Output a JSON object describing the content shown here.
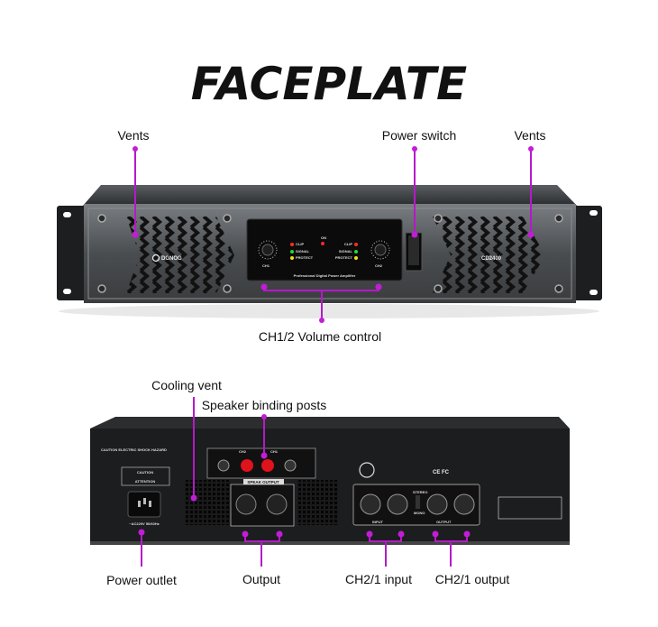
{
  "title": "FACEPLATE",
  "front": {
    "labels": {
      "vents_left": "Vents",
      "power_switch": "Power switch",
      "vents_right": "Vents",
      "volume": "CH1/2 Volume control"
    },
    "brand": "DGNOG",
    "model": "CD2400",
    "panel_text": "Professional Digital Power Amplifier",
    "ch1": "CH1",
    "ch2": "CH2",
    "led_clip": "CLIP",
    "led_signal": "SIGNAL",
    "led_protect": "PROTECT",
    "led_on": "ON"
  },
  "rear": {
    "labels": {
      "cooling_vent": "Cooling vent",
      "speaker_posts": "Speaker binding posts",
      "power_outlet": "Power outlet",
      "output": "Output",
      "input": "CH2/1 input",
      "line_output": "CH2/1 output"
    },
    "caution_text": "CAUTION ELECTRIC SHOCK HAZARD",
    "caution": "CAUTION",
    "attention": "ATTENTION",
    "power_rating": "~AC220V 50/60Hz",
    "speak_output": "SPEAK OUTPUT",
    "input": "INPUT",
    "output": "OUTPUT",
    "stereo": "STEREO",
    "mono": "MONO",
    "ch1": "CH1",
    "ch2": "CH2",
    "certs": "CE FC"
  },
  "colors": {
    "accent": "#c21dd6",
    "led_red": "#ff2a2a",
    "led_green": "#2fd42f",
    "led_yellow": "#f2e01a",
    "post_red": "#e0121c"
  }
}
